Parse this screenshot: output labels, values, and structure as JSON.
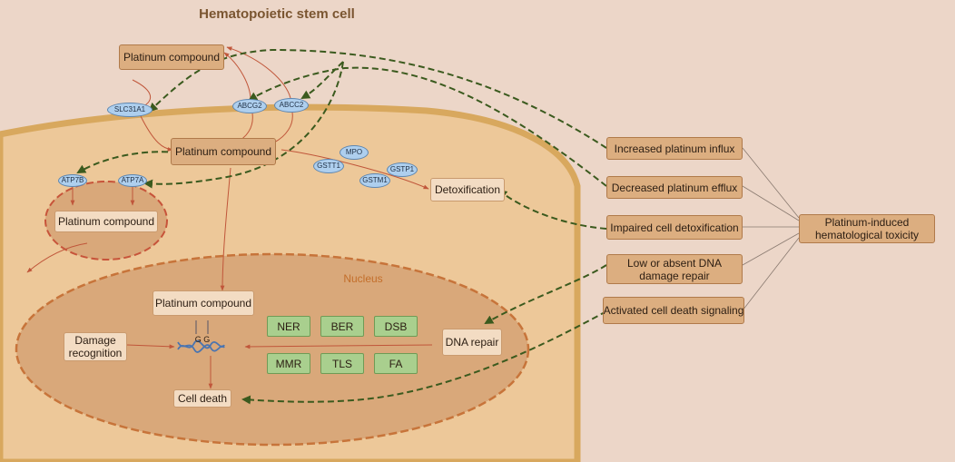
{
  "title": "Hematopoietic stem cell",
  "nucleus_label": "Nucleus",
  "compounds": {
    "outer": "Platinum compound",
    "cytoplasm": "Platinum compound",
    "vesicle": "Platinum compound",
    "nucleus": "Platinum compound"
  },
  "transporters": {
    "slc31a1": "SLC31A1",
    "abcg2": "ABCG2",
    "abcc2": "ABCC2",
    "atp7b": "ATP7B",
    "atp7a": "ATP7A"
  },
  "enzymes": {
    "mpo": "MPO",
    "gstt1": "GSTT1",
    "gstp1": "GSTP1",
    "gstm1": "GSTM1"
  },
  "detoxification": "Detoxification",
  "dna": {
    "strand_label": "G  G",
    "damage_recognition": "Damage\nrecognition",
    "cell_death": "Cell death",
    "dna_repair": "DNA repair",
    "pathways": [
      "NER",
      "BER",
      "DSB",
      "MMR",
      "TLS",
      "FA"
    ]
  },
  "mechanisms": {
    "influx": "Increased platinum influx",
    "efflux": "Decreased platinum efflux",
    "detox": "Impaired cell detoxification",
    "repair": "Low or absent DNA\ndamage repair",
    "death": "Activated cell death signaling"
  },
  "outcome": "Platinum-induced\nhematological toxicity",
  "colors": {
    "background": "#ecd6c8",
    "cell_fill": "#edc899",
    "cell_border": "#d8a85e",
    "nucleus_fill": "#d9a87a",
    "nucleus_border": "#c7743a",
    "dashed_arrow": "#3b5a1e",
    "red_arrow": "#c0563a"
  }
}
